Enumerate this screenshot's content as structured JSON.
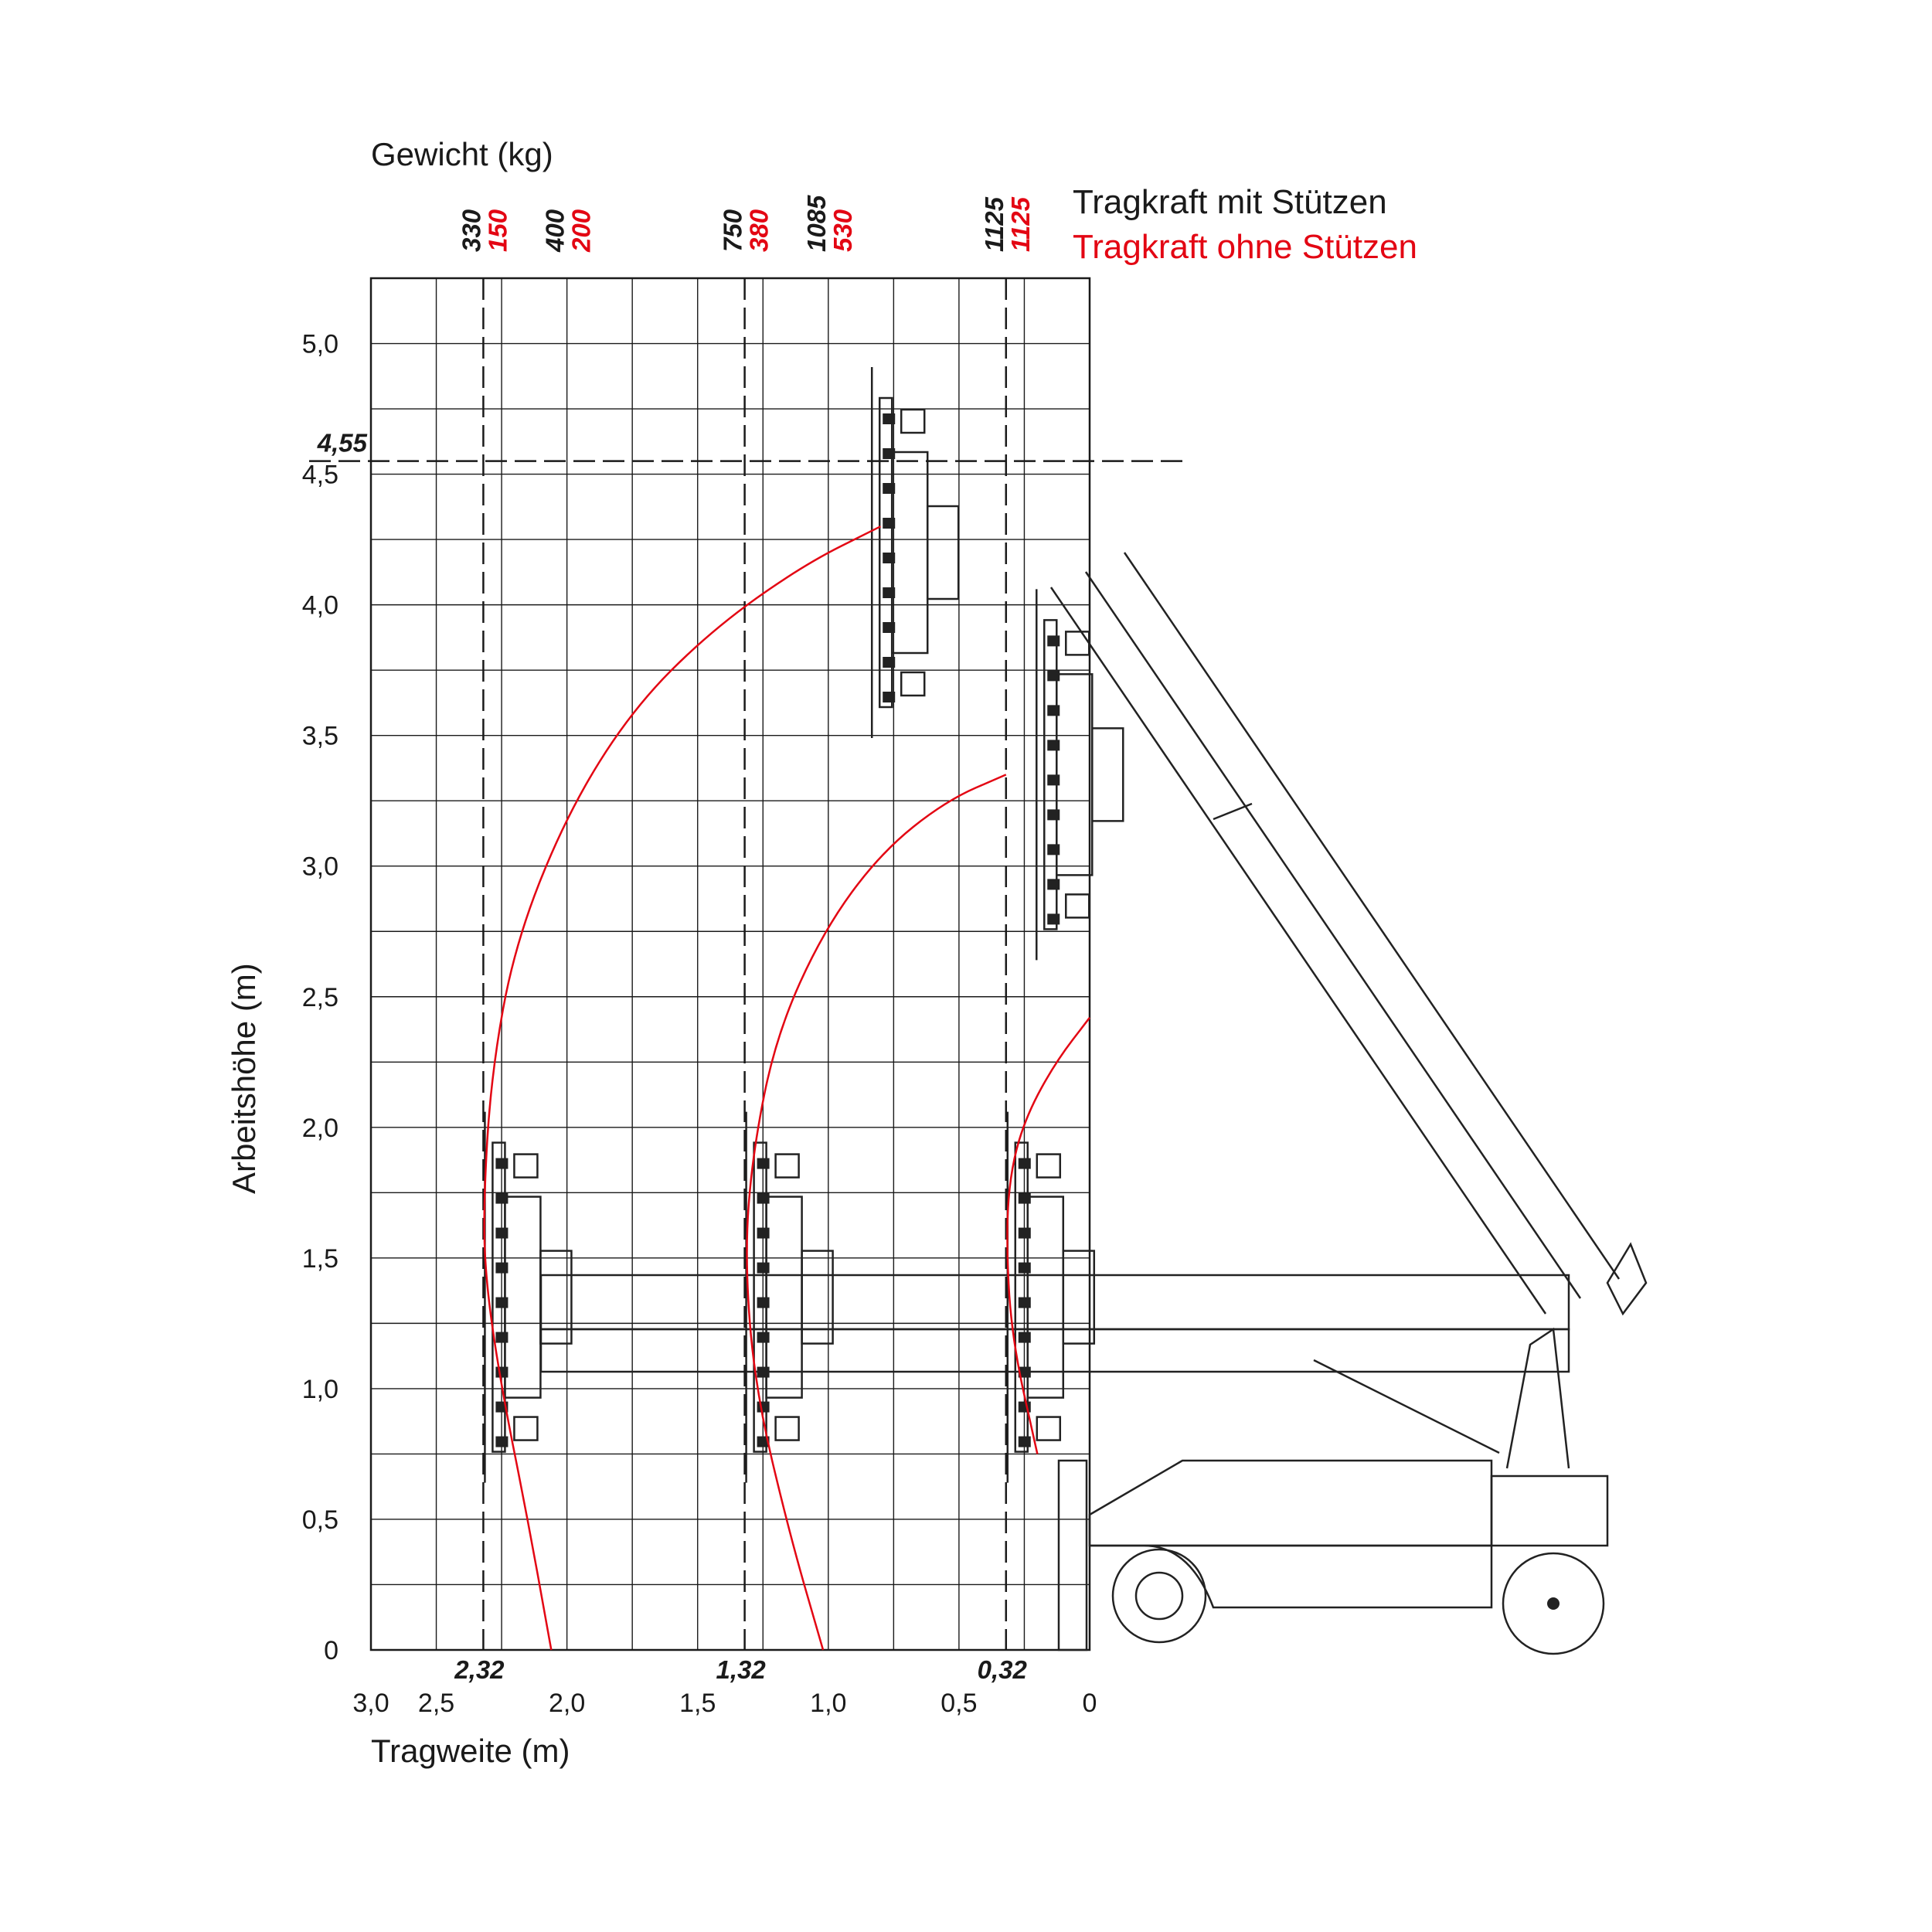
{
  "chart_data": {
    "type": "line",
    "title": "",
    "top_label": "Gewicht (kg)",
    "xlabel": "Tragweite (m)",
    "ylabel": "Arbeitshöhe (m)",
    "x_reversed": true,
    "xlim": [
      0,
      2.75
    ],
    "ylim": [
      0,
      5.25
    ],
    "x_ticks": [
      {
        "value": 2.75,
        "label": "3,0"
      },
      {
        "value": 2.5,
        "label": "2,5"
      },
      {
        "value": 2.0,
        "label": "2,0"
      },
      {
        "value": 1.5,
        "label": "1,5"
      },
      {
        "value": 1.0,
        "label": "1,0"
      },
      {
        "value": 0.5,
        "label": "0,5"
      },
      {
        "value": 0.0,
        "label": "0"
      }
    ],
    "y_ticks": [
      {
        "value": 5.0,
        "label": "5,0"
      },
      {
        "value": 4.5,
        "label": "4,5"
      },
      {
        "value": 4.0,
        "label": "4,0"
      },
      {
        "value": 3.5,
        "label": "3,5"
      },
      {
        "value": 3.0,
        "label": "3,0"
      },
      {
        "value": 2.5,
        "label": "2,5"
      },
      {
        "value": 2.0,
        "label": "2,0"
      },
      {
        "value": 1.5,
        "label": "1,5"
      },
      {
        "value": 1.0,
        "label": "1,0"
      },
      {
        "value": 0.5,
        "label": "0,5"
      },
      {
        "value": 0.0,
        "label": "0"
      }
    ],
    "grid": true,
    "legend": [
      {
        "label": "Tragkraft mit Stützen",
        "color": "#1a1a1a"
      },
      {
        "label": "Tragkraft ohne Stützen",
        "color": "#e30613"
      }
    ],
    "load_labels": [
      {
        "x": 2.32,
        "with_outriggers": "330",
        "without_outriggers": "150"
      },
      {
        "x": 2.0,
        "with_outriggers": "400",
        "without_outriggers": "200"
      },
      {
        "x": 1.32,
        "with_outriggers": "750",
        "without_outriggers": "380"
      },
      {
        "x": 1.0,
        "with_outriggers": "1085",
        "without_outriggers": "530"
      },
      {
        "x": 0.32,
        "with_outriggers": "1125",
        "without_outriggers": "1125"
      }
    ],
    "reach_markers": [
      {
        "x": 2.32,
        "label": "2,32"
      },
      {
        "x": 1.32,
        "label": "1,32"
      },
      {
        "x": 0.32,
        "label": "0,32"
      }
    ],
    "height_marker": {
      "y": 4.55,
      "label": "4,55"
    },
    "series": [
      {
        "color": "#e30613",
        "x": [
          2.06,
          2.15,
          2.25,
          2.31,
          2.32,
          2.29,
          2.2,
          2.0,
          1.75,
          1.45,
          1.1,
          0.8
        ],
        "y": [
          0.0,
          0.5,
          1.0,
          1.4,
          1.7,
          2.2,
          2.7,
          3.2,
          3.6,
          3.9,
          4.15,
          4.3
        ]
      },
      {
        "color": "#e30613",
        "x": [
          1.02,
          1.15,
          1.28,
          1.32,
          1.29,
          1.2,
          1.02,
          0.8,
          0.55,
          0.32
        ],
        "y": [
          0.0,
          0.45,
          1.0,
          1.5,
          1.9,
          2.35,
          2.75,
          3.05,
          3.25,
          3.35
        ]
      },
      {
        "color": "#e30613",
        "x": [
          0.2,
          0.3,
          0.32,
          0.3,
          0.24,
          0.13,
          0.0
        ],
        "y": [
          0.75,
          1.2,
          1.6,
          1.85,
          2.05,
          2.25,
          2.42
        ]
      }
    ]
  },
  "colors": {
    "with_outriggers": "#1a1a1a",
    "without_outriggers": "#e30613",
    "grid": "#1a1a1a"
  },
  "machine_illustration": "compact-crane-with-telescopic-boom-and-outrigger"
}
